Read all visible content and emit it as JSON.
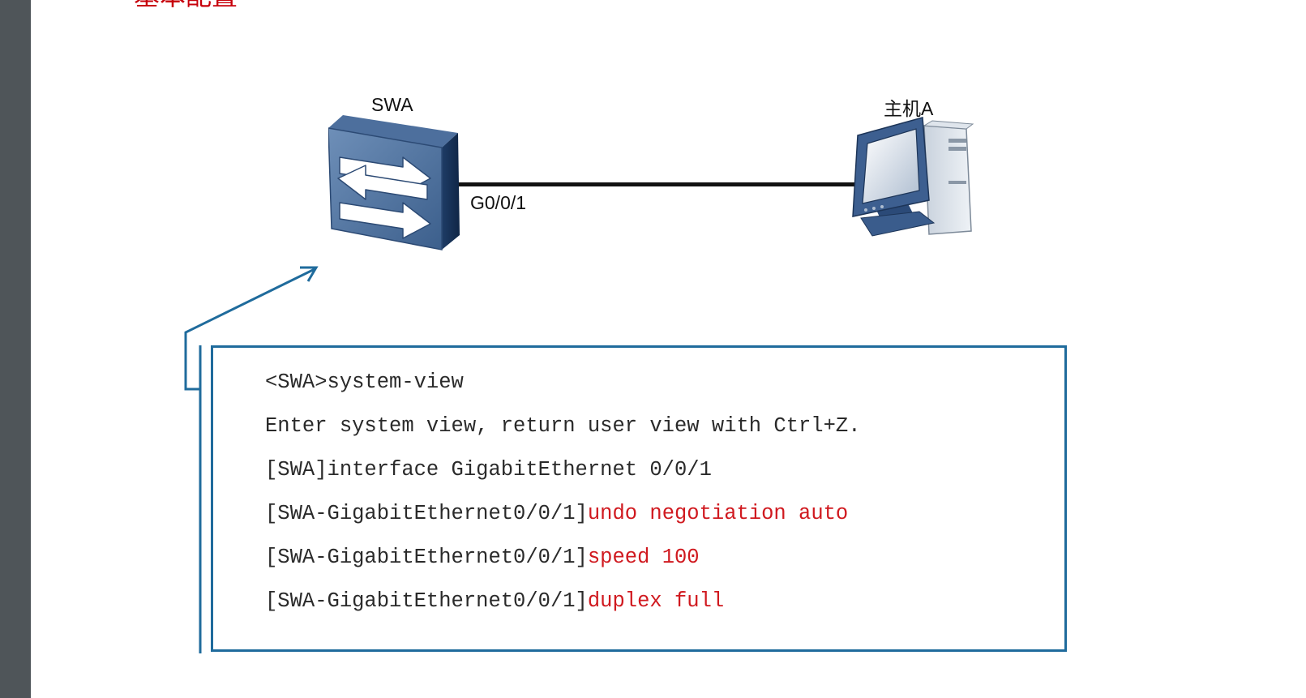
{
  "title_fragment": "基本配置",
  "devices": {
    "switch": {
      "label": "SWA",
      "icon": "switch-icon"
    },
    "host": {
      "label": "主机A",
      "icon": "pc-icon"
    },
    "port": {
      "label": "G0/0/1"
    }
  },
  "colors": {
    "sidebar": "#4f5559",
    "accent_blue": "#1f6b9c",
    "command_red": "#d0191f",
    "title_red": "#c7000b"
  },
  "cli": {
    "line1": "<SWA>system-view",
    "line2": "Enter system view, return user view with Ctrl+Z.",
    "line3": "[SWA]interface GigabitEthernet 0/0/1",
    "line4_prompt": "[SWA-GigabitEthernet0/0/1]",
    "line4_cmd": "undo negotiation auto",
    "line5_prompt": "[SWA-GigabitEthernet0/0/1]",
    "line5_cmd": "speed 100",
    "line6_prompt": "[SWA-GigabitEthernet0/0/1]",
    "line6_cmd": "duplex full"
  }
}
